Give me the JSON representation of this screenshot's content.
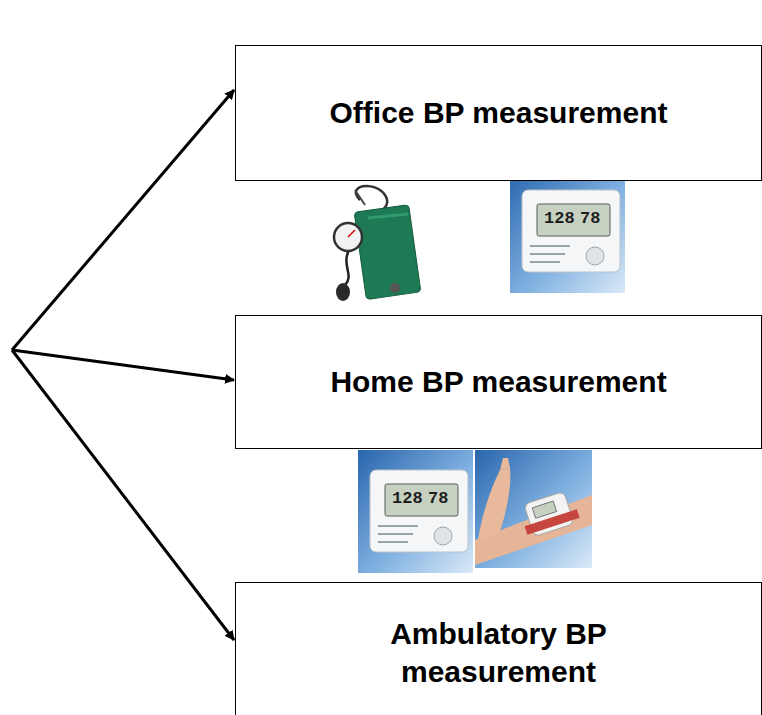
{
  "diagram": {
    "nodes": [
      {
        "text": [
          "Office BP measurement"
        ]
      },
      {
        "text": [
          "Home BP measurement"
        ]
      },
      {
        "text": [
          "Ambulatory BP measurement"
        ]
      }
    ],
    "labels": [
      "128",
      "78",
      "128",
      "78"
    ]
  }
}
